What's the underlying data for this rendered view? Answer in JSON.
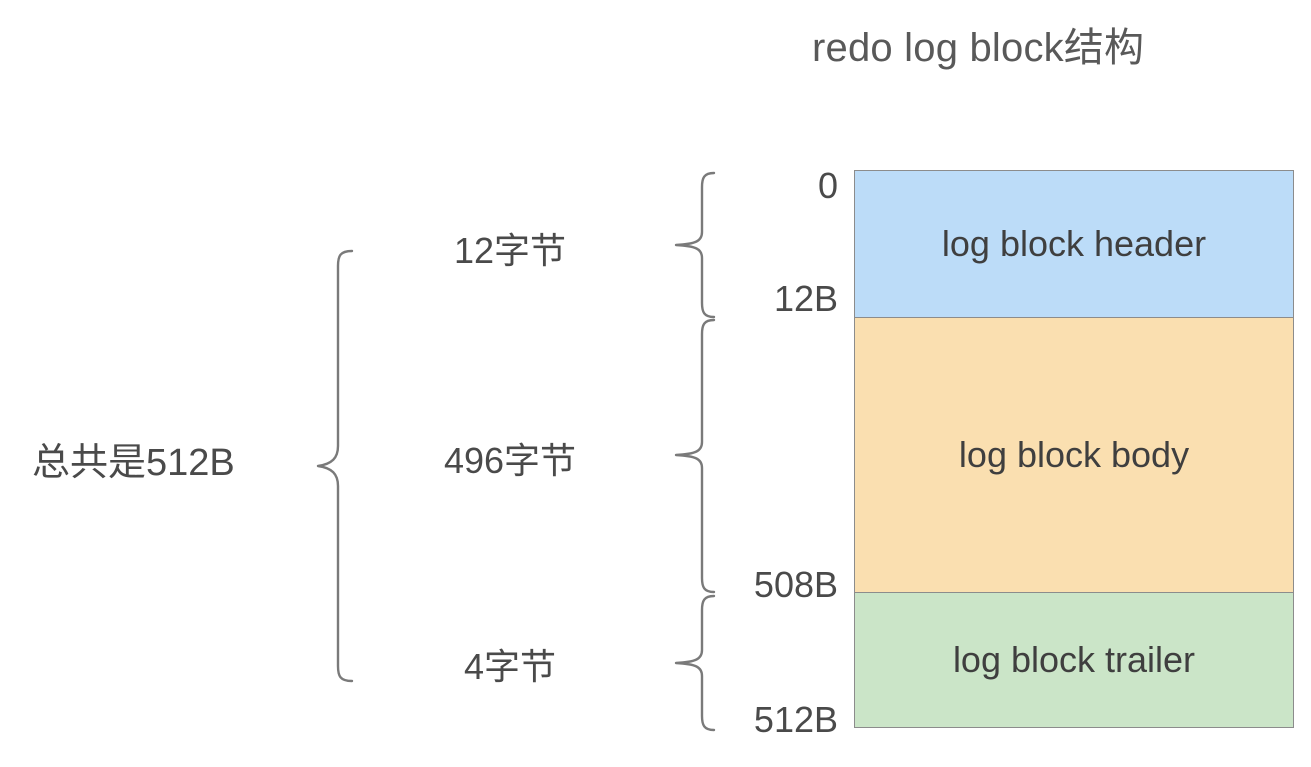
{
  "title": "redo log block结构",
  "total": {
    "label": "总共是512B"
  },
  "sizes": {
    "header": "12字节",
    "body": "496字节",
    "trailer": "4字节"
  },
  "offsets": {
    "start": "0",
    "header_end": "12B",
    "body_end": "508B",
    "trailer_end": "512B"
  },
  "blocks": [
    {
      "label": "log block header",
      "color": "#bcdcf8",
      "size": "12字节",
      "from": "0",
      "to": "12B"
    },
    {
      "label": "log block body",
      "color": "#fadfb0",
      "size": "496字节",
      "from": "12B",
      "to": "508B"
    },
    {
      "label": "log block trailer",
      "color": "#cbe5c8",
      "size": "4字节",
      "from": "508B",
      "to": "512B"
    }
  ],
  "colors": {
    "header_fill": "#bcdcf8",
    "body_fill": "#fadfb0",
    "trailer_fill": "#cbe5c8",
    "block_border": "#8c8c8c",
    "brace_stroke": "#7a7a7a",
    "text": "#4a4a4a",
    "background": "#ffffff"
  }
}
